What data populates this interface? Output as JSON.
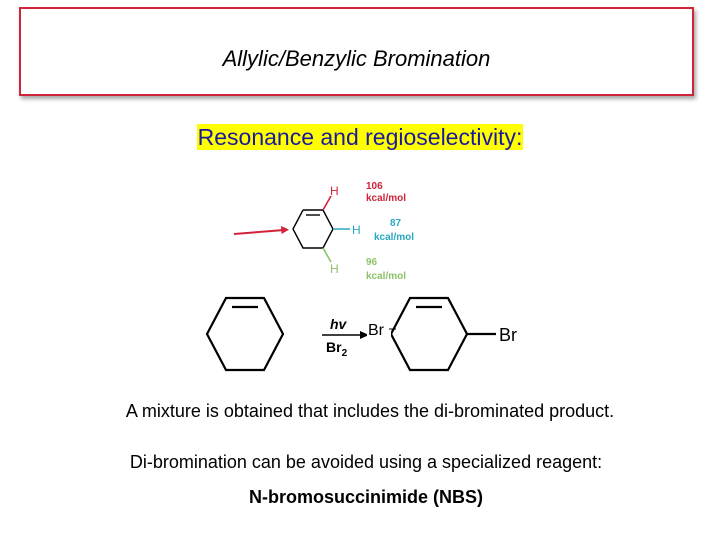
{
  "slide": {
    "title": "Allylic/Benzylic Bromination",
    "subtitle": "Resonance and regioselectivity:"
  },
  "diagram": {
    "atom_h": "H",
    "energies": [
      {
        "value": "106",
        "unit": "kcal/mol",
        "color": "#d0243b"
      },
      {
        "value": "87",
        "unit": "kcal/mol",
        "color": "#2aa8c0"
      },
      {
        "value": "96",
        "unit": "kcal/mol",
        "color": "#8cc26a"
      }
    ],
    "reaction": {
      "condition_top": "hv",
      "condition_bottom_main": "Br",
      "condition_bottom_sub": "2",
      "product_substituent": "Br",
      "overlay_text": "Br"
    },
    "arrow_color": "#d0243b"
  },
  "body": {
    "line1": "A mixture is obtained that includes the di-brominated product.",
    "line2": "Di-bromination can be avoided using a specialized reagent:",
    "line3": "N-bromosuccinimide (NBS)"
  }
}
